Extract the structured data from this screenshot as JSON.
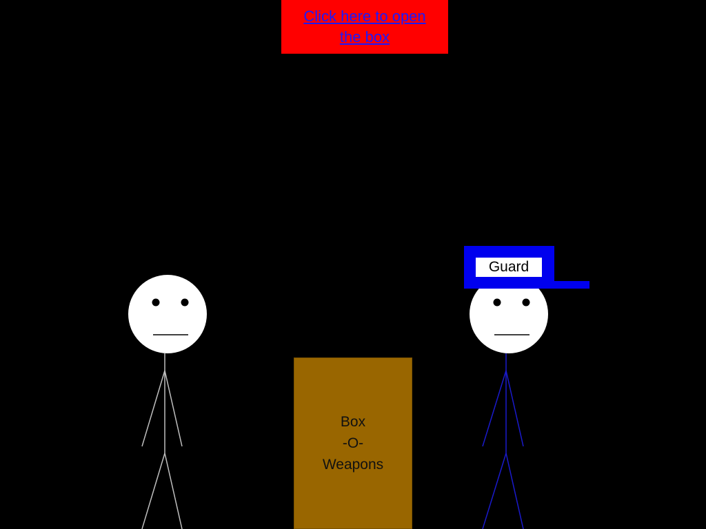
{
  "banner": {
    "link_text": "Click here to open the box",
    "background": "#ff0000",
    "link_color": "#1a1aff"
  },
  "box": {
    "lines": [
      "Box",
      "-O-",
      "Weapons"
    ],
    "color": "#996600"
  },
  "guard": {
    "hat_label": "Guard",
    "hat_color": "#0000ee",
    "body_color": "#1a1acc"
  },
  "player": {
    "body_color": "#bfbfbf"
  }
}
